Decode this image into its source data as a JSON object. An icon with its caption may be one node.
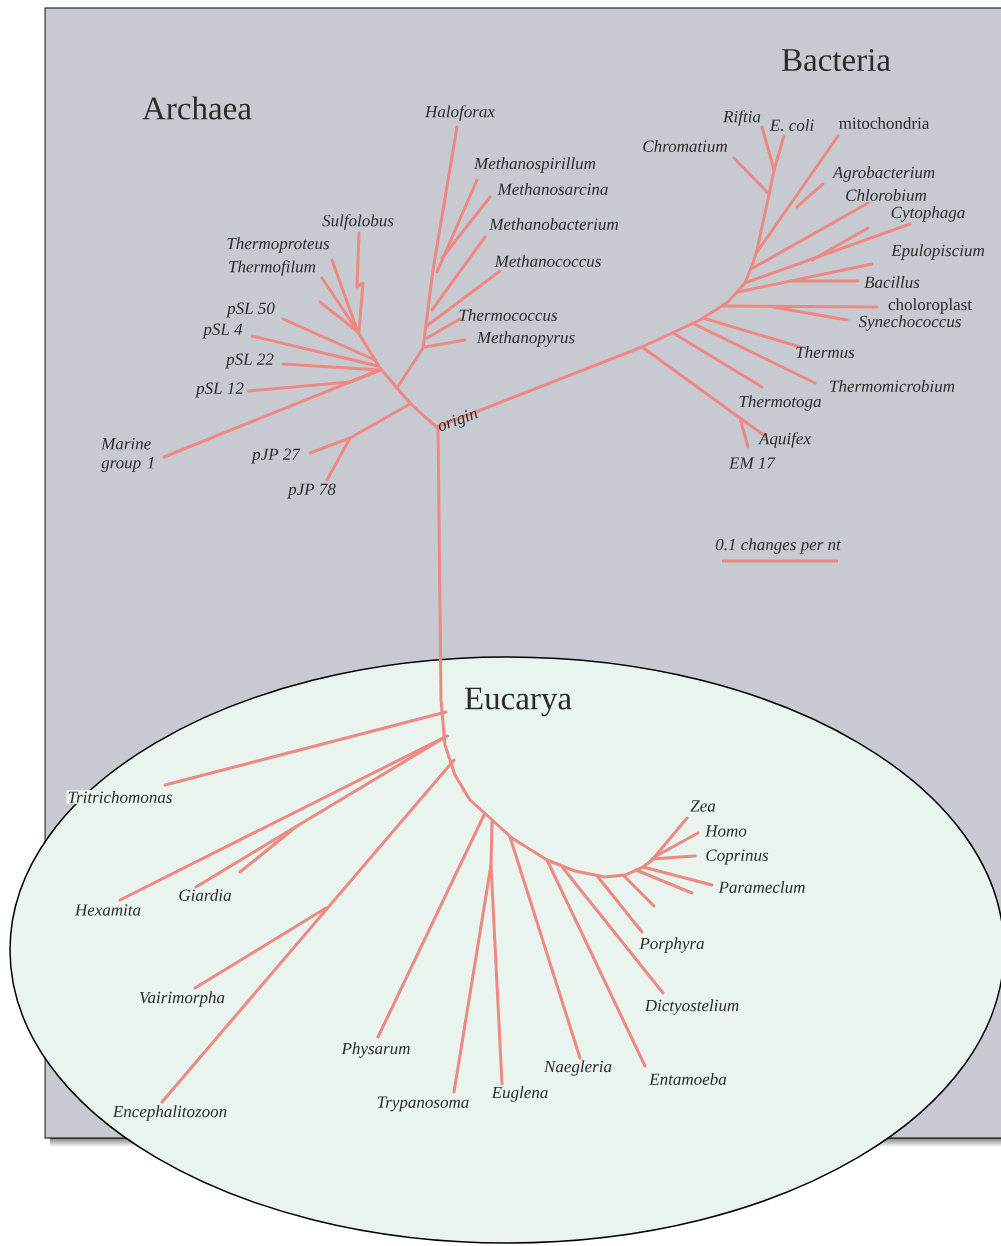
{
  "diagram": {
    "nodes": [
      {
        "text": [
          "Eucarya"
        ]
      }
    ],
    "labels": [
      "Bacteria",
      "Archaea",
      "Haloforax",
      "Riftia",
      "E. coli",
      "mitochondria",
      "Chromatium",
      "Methanospirillum",
      "Agrobacterium",
      "Methanosarcina",
      "Chlorobium",
      "Cytophaga",
      "Sulfolobus",
      "Methanobacterium",
      "Thermoproteus",
      "Epulopiscium",
      "Methanococcus",
      "Thermofilum",
      "Bacillus",
      "pSL 50",
      "Thermococcus",
      "choloroplast",
      "Synechococcus",
      "pSL 4",
      "Methanopyrus",
      "Thermus",
      "pSL 22",
      "Thermomicrobium",
      "pSL 12",
      "Thermotoga",
      "origin",
      "Marine group 1",
      "Aquifex",
      "pJP 27",
      "EM 17",
      "pJP 78",
      "0.1 changes per nt",
      "Tritrichomonas",
      "Zea",
      "Homo",
      "Coprinus",
      "Parameclum",
      "Giardia",
      "Hexamita",
      "Porphyra",
      "Vairimorpha",
      "Dictyostelium",
      "Physarum",
      "Naegleria",
      "Entamoeba",
      "Euglena",
      "Trypanosoma",
      "Encephalitozoon"
    ]
  }
}
